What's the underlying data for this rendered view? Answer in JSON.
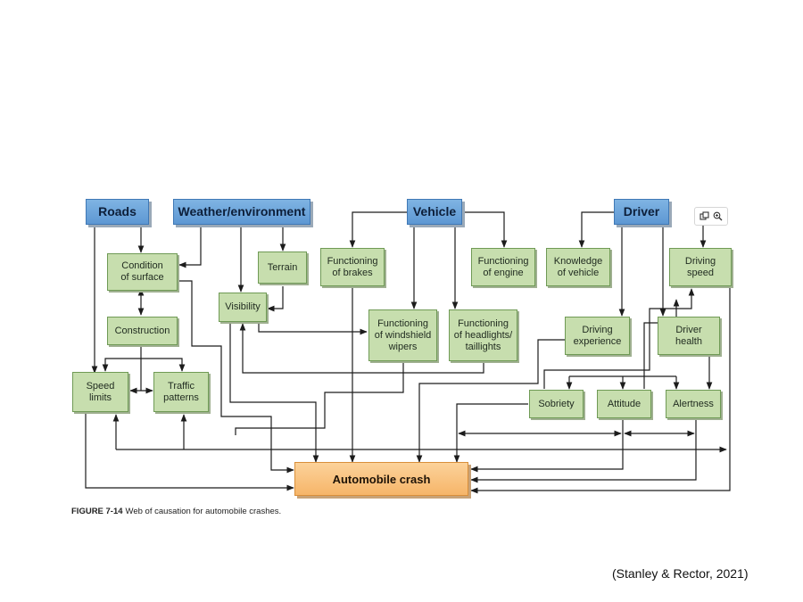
{
  "nodes": {
    "roads": "Roads",
    "weather": "Weather/environment",
    "vehicle": "Vehicle",
    "driver": "Driver",
    "condition_of_surface": "Condition\nof surface",
    "terrain": "Terrain",
    "functioning_of_brakes": "Functioning\nof brakes",
    "functioning_of_engine": "Functioning\nof engine",
    "knowledge_of_vehicle": "Knowledge\nof vehicle",
    "driving_speed": "Driving\nspeed",
    "visibility": "Visibility",
    "construction": "Construction",
    "functioning_of_windshield_wipers": "Functioning\nof windshield\nwipers",
    "functioning_of_headlights_taillights": "Functioning\nof headlights/\ntaillights",
    "driving_experience": "Driving\nexperience",
    "driver_health": "Driver\nhealth",
    "speed_limits": "Speed\nlimits",
    "traffic_patterns": "Traffic\npatterns",
    "sobriety": "Sobriety",
    "attitude": "Attitude",
    "alertness": "Alertness",
    "automobile_crash": "Automobile crash"
  },
  "caption": {
    "label": "FIGURE 7-14",
    "text": "Web of causation for automobile crashes."
  },
  "citation": "(Stanley & Rector, 2021)",
  "toolbar": {
    "icons": [
      "copy-icon",
      "zoom-in-icon"
    ]
  },
  "colors": {
    "category_fill": "#6fa6dc",
    "factor_fill": "#c7deae",
    "outcome_fill": "#f8c27f",
    "edge": "#1c1c1c"
  }
}
